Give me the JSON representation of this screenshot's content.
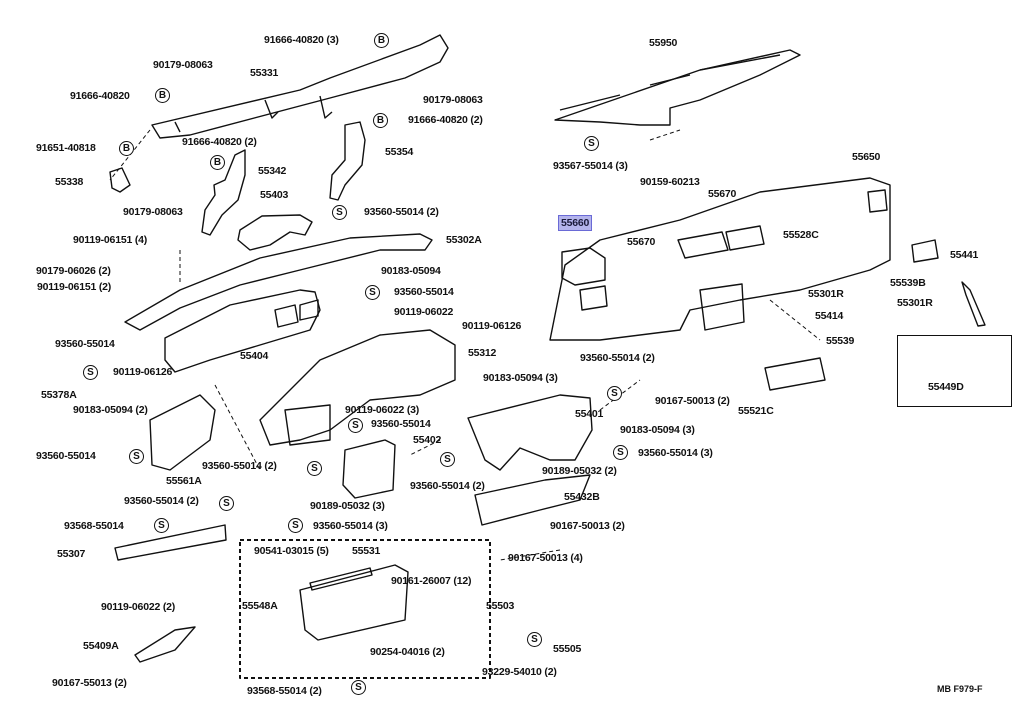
{
  "diagram": {
    "highlighted_part": "55660",
    "highlight_color": "#b4b4ec",
    "reference_code": "MB F979-F",
    "marker_letters": {
      "bolt": "B",
      "screw": "S"
    },
    "labels": [
      "91666-40820 (3)",
      "90179-08063",
      "55331",
      "91666-40820",
      "90179-08063",
      "91666-40820 (2)",
      "91651-40818",
      "91666-40820 (2)",
      "55354",
      "55342",
      "55338",
      "55403",
      "90179-08063",
      "93560-55014 (2)",
      "90119-06151 (4)",
      "55302A",
      "90179-06026 (2)",
      "90183-05094",
      "90119-06151 (2)",
      "93560-55014",
      "90119-06022",
      "90119-06126",
      "93560-55014",
      "55404",
      "55312",
      "90119-06126",
      "55378A",
      "90183-05094 (2)",
      "90183-05094 (3)",
      "90119-06022 (3)",
      "93560-55014",
      "55401",
      "93560-55014",
      "55402",
      "90183-05094 (3)",
      "93560-55014 (3)",
      "93560-55014 (2)",
      "93560-55014 (2)",
      "90189-05032 (2)",
      "55561A",
      "93560-55014 (2)",
      "55432B",
      "90189-05032 (3)",
      "93568-55014",
      "93560-55014 (3)",
      "90167-50013 (2)",
      "55307",
      "90541-03015 (5)",
      "55531",
      "90161-26007 (12)",
      "90167-50013 (4)",
      "55548A",
      "55503",
      "90119-06022 (2)",
      "55409A",
      "90254-04016 (2)",
      "55505",
      "90167-55013 (2)",
      "93568-55014 (2)",
      "93229-54010 (2)",
      "55950",
      "93567-55014 (3)",
      "90159-60213",
      "55650",
      "55670",
      "55660",
      "55670",
      "55528C",
      "55441",
      "55539B",
      "55301R",
      "55301R",
      "55414",
      "55539",
      "93560-55014 (2)",
      "90167-50013 (2)",
      "55521C",
      "55449D"
    ]
  }
}
